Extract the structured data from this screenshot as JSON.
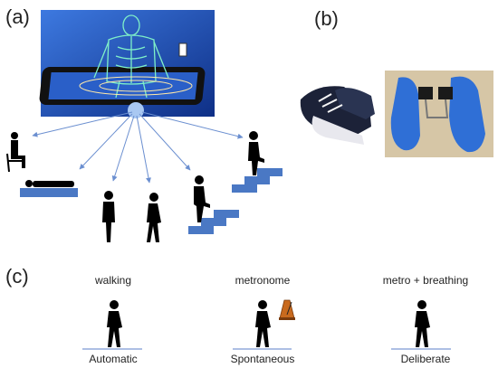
{
  "panels": {
    "a": "(a)",
    "b": "(b)",
    "c": "(c)"
  },
  "conditions": [
    {
      "top": "walking",
      "bottom": "Automatic"
    },
    {
      "top": "metronome",
      "bottom": "Spontaneous"
    },
    {
      "top": "metro + breathing",
      "bottom": "Deliberate"
    }
  ],
  "colors": {
    "arrow": "#6b8fd0",
    "step": "#4a78c4",
    "insole": "#2f6fd6",
    "tablet_bg": "#1f4fb0",
    "ground_line": "#5b7fc9"
  }
}
